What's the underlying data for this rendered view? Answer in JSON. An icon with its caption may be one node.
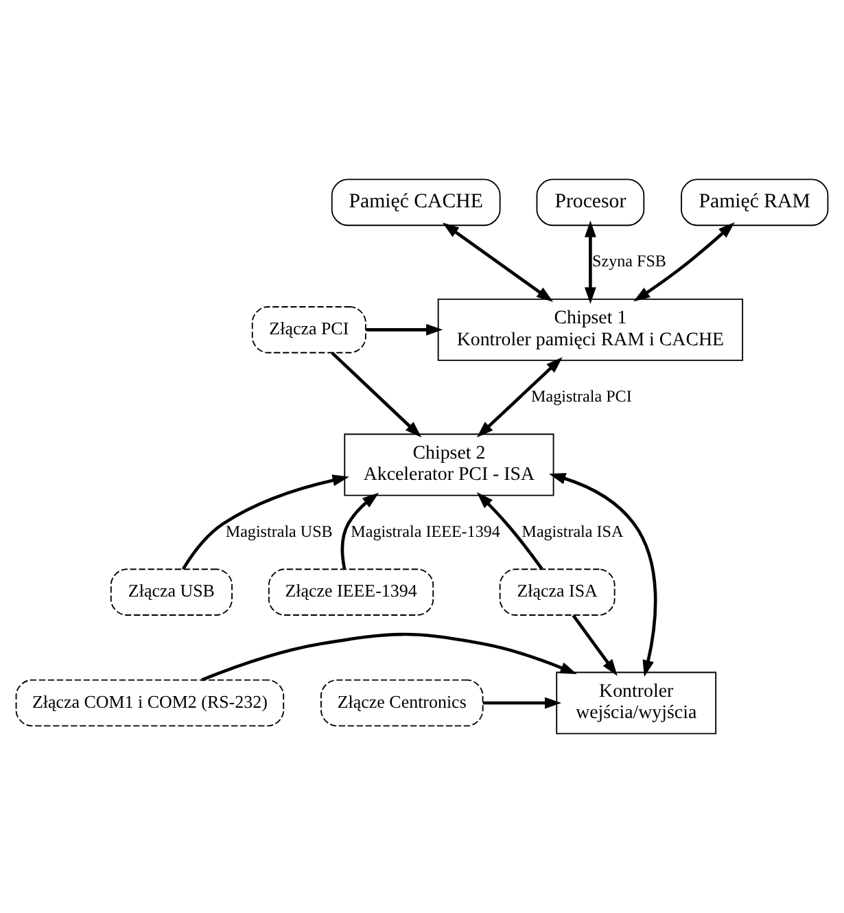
{
  "diagram": {
    "nodes": [
      {
        "text": [
          "Pamięć CACHE"
        ]
      },
      {
        "text": [
          "Procesor"
        ]
      },
      {
        "text": [
          "Pamięć RAM"
        ]
      },
      {
        "text": [
          "Chipset 1",
          "Kontroler pamięci RAM i CACHE"
        ]
      },
      {
        "text": [
          "Złącza PCI"
        ]
      },
      {
        "text": [
          "Chipset 2",
          "Akcelerator PCI - ISA"
        ]
      },
      {
        "text": [
          "Złącza USB"
        ]
      },
      {
        "text": [
          "Złącze IEEE-1394"
        ]
      },
      {
        "text": [
          "Złącza ISA"
        ]
      },
      {
        "text": [
          "Kontroler",
          "wejścia/wyjścia"
        ]
      },
      {
        "text": [
          "Złącze Centronics"
        ]
      },
      {
        "text": [
          "Złącza COM1 i COM2 (RS-232)"
        ]
      }
    ],
    "edges": [
      {
        "from": 0,
        "to": 3,
        "arrow": "both"
      },
      {
        "from": 1,
        "to": 3,
        "arrow": "both",
        "label": "Szyna FSB"
      },
      {
        "from": 2,
        "to": 3,
        "arrow": "both"
      },
      {
        "from": 3,
        "to": 5,
        "arrow": "both",
        "label": "Magistrala PCI"
      },
      {
        "from": 4,
        "to": 3,
        "arrow": "to"
      },
      {
        "from": 4,
        "to": 5,
        "arrow": "to"
      },
      {
        "from": 6,
        "to": 5,
        "arrow": "to",
        "label": "Magistrala USB"
      },
      {
        "from": 7,
        "to": 5,
        "arrow": "to",
        "label": "Magistrala IEEE-1394"
      },
      {
        "from": 5,
        "to": 9,
        "arrow": "both"
      },
      {
        "from": 8,
        "to": 5,
        "arrow": "to",
        "label": "Magistrala ISA"
      },
      {
        "from": 8,
        "to": 9,
        "arrow": "to"
      },
      {
        "from": 10,
        "to": 9,
        "arrow": "to"
      },
      {
        "from": 11,
        "to": 9,
        "arrow": "to"
      }
    ]
  }
}
